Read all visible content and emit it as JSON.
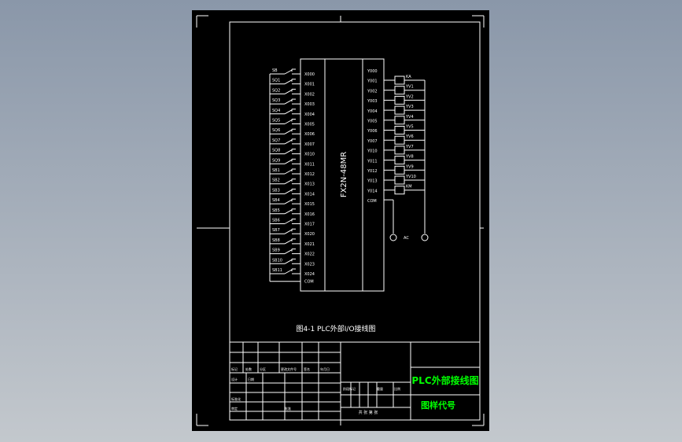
{
  "colors": {
    "background": "#000000",
    "line": "#ffffff",
    "title_text": "#00ff00"
  },
  "plc": {
    "model": "FX2N-48MR"
  },
  "inputs": {
    "terminals": [
      "X000",
      "X001",
      "X002",
      "X003",
      "X004",
      "X005",
      "X006",
      "X007",
      "X010",
      "X011",
      "X012",
      "X013",
      "X014",
      "X015",
      "X016",
      "X017",
      "X020",
      "X021",
      "X022",
      "X023",
      "X024"
    ],
    "devices": [
      "SB",
      "SQ1",
      "SQ2",
      "SQ3",
      "SQ4",
      "SQ5",
      "SQ6",
      "SQ7",
      "SQ8",
      "SQ9",
      "SB1",
      "SB2",
      "SB3",
      "SB4",
      "SB5",
      "SB6",
      "SB7",
      "SB8",
      "SB9",
      "SB10",
      "SB11"
    ],
    "com": "COM"
  },
  "outputs": {
    "terminals": [
      "Y000",
      "Y001",
      "Y002",
      "Y003",
      "Y004",
      "Y005",
      "Y006",
      "Y007",
      "Y010",
      "Y011",
      "Y012",
      "Y013",
      "Y014"
    ],
    "loads": [
      "KA",
      "YV1",
      "YV2",
      "YV3",
      "YV4",
      "YV5",
      "YV6",
      "YV7",
      "YV8",
      "YV9",
      "YV10",
      "KM"
    ],
    "com": "COM",
    "supply": "AC"
  },
  "caption": "图4-1 PLC外部I/O接线图",
  "title_block": {
    "drawing_name": "PLC外部接线图",
    "drawing_code": "图样代号",
    "row_labels": [
      "标记",
      "处数",
      "分区",
      "更改文件号",
      "签名",
      "年月日"
    ],
    "row_labels2": [
      "设计",
      "标准化",
      "审定",
      "批准",
      "日期"
    ],
    "stage_labels": [
      "阶段标记",
      "重量",
      "比例"
    ],
    "sheet_labels": "共 张 第 张"
  }
}
